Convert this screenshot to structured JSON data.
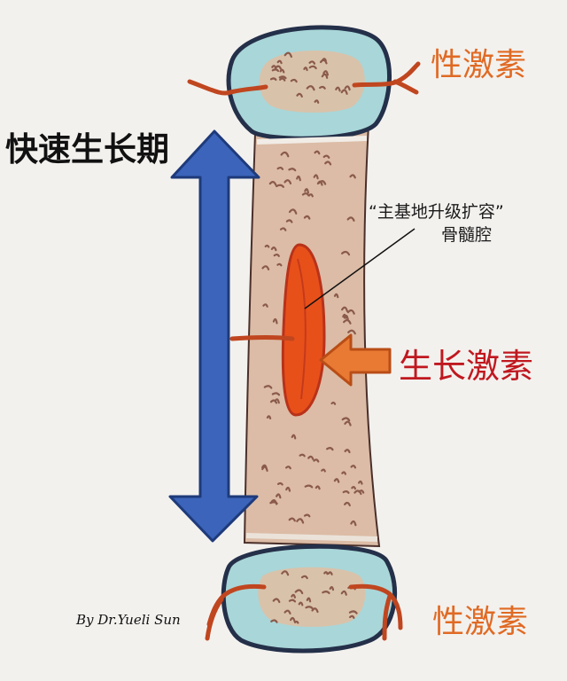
{
  "labels": {
    "sex_hormone_top": "性激素",
    "sex_hormone_bottom": "性激素",
    "rapid_growth": "快速生长期",
    "growth_hormone": "生长激素",
    "marrow_line1": "“主基地升级扩容”",
    "marrow_line2": "骨髓腔",
    "author": "By Dr.Yueli Sun"
  },
  "colors": {
    "background": "#f3f1ee",
    "bone_shaft": "#dcbca6",
    "cartilage": "#a9d6d8",
    "marrow": "#e8501a",
    "vessel": "#c0461f",
    "blue_arrow": "#3b64ba",
    "orange_arrow": "#e87a33",
    "sex_hormone_text": "#e06a24",
    "growth_hormone_text": "#c0181f"
  }
}
